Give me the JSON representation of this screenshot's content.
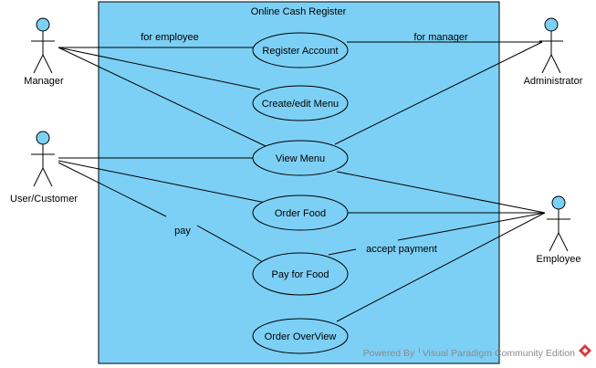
{
  "colors": {
    "fill": "#7dd0f5",
    "stroke": "#000000",
    "watermark": "#8a8a8a",
    "logo": "#d9363e"
  },
  "system": {
    "title": "Online Cash Register"
  },
  "actors": [
    {
      "name": "Manager"
    },
    {
      "name": "User/Customer"
    },
    {
      "name": "Administrator"
    },
    {
      "name": "Employee"
    }
  ],
  "use_cases": [
    {
      "label": "Register Account"
    },
    {
      "label": "Create/edit Menu"
    },
    {
      "label": "View Menu"
    },
    {
      "label": "Order Food"
    },
    {
      "label": "Pay for Food"
    },
    {
      "label": "Order OverView"
    }
  ],
  "associations": [
    {
      "from": "Manager",
      "to": "Register Account",
      "label": "for employee"
    },
    {
      "from": "Manager",
      "to": "Create/edit Menu"
    },
    {
      "from": "Manager",
      "to": "View Menu"
    },
    {
      "from": "Administrator",
      "to": "Register Account",
      "label": "for manager"
    },
    {
      "from": "Administrator",
      "to": "View Menu"
    },
    {
      "from": "User/Customer",
      "to": "View Menu"
    },
    {
      "from": "User/Customer",
      "to": "Order Food"
    },
    {
      "from": "User/Customer",
      "to": "Pay for Food",
      "label": "pay"
    },
    {
      "from": "Employee",
      "to": "View Menu"
    },
    {
      "from": "Employee",
      "to": "Order Food"
    },
    {
      "from": "Employee",
      "to": "Pay for Food",
      "label": "accept payment"
    },
    {
      "from": "Employee",
      "to": "Order OverView"
    }
  ],
  "watermark": {
    "text": "Powered By ╵Visual Paradigm Community Edition",
    "icon": "visual-paradigm-logo-icon"
  }
}
